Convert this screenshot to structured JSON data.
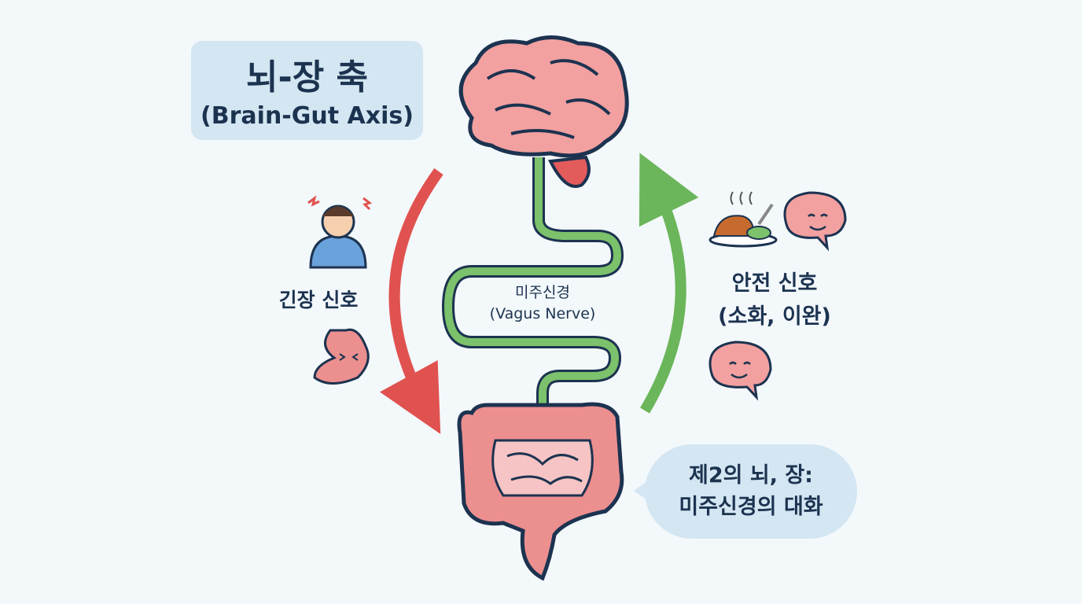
{
  "title": {
    "korean": "뇌-장 축",
    "english": "(Brain-Gut Axis)"
  },
  "left_label": "긴장 신호",
  "center_label": {
    "korean": "미주신경",
    "english": "(Vagus Nerve)"
  },
  "right_label": {
    "line1": "안전 신호",
    "line2": "(소화, 이완)"
  },
  "bubble": {
    "line1": "제2의 뇌, 장:",
    "line2": "미주신경의 대화"
  },
  "colors": {
    "background": "#f3f8fb",
    "box": "#d3e6f2",
    "text": "#1c3350",
    "stress_arrow": "#e0524f",
    "safety_arrow": "#6bb55a",
    "nerve": "#7cc16b",
    "organ": "#ec8f8f"
  }
}
